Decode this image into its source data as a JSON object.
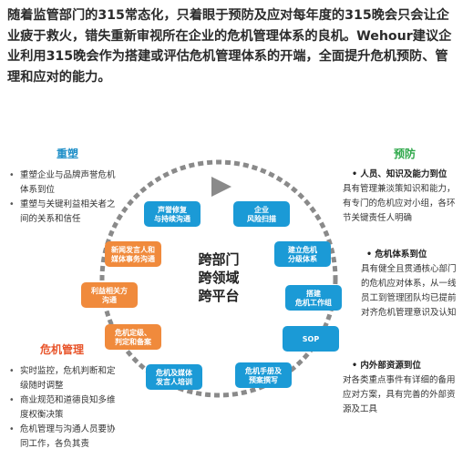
{
  "intro_text": "随着监管部门的315常态化，只着眼于预防及应对每年度的315晚会只会让企业疲于救火，错失重新审视所在企业的危机管理体系的良机。Wehour建议企业利用315晚会作为搭建或评估危机管理体系的开端，全面提升危机预防、管理和应对的能力。",
  "sections": {
    "reshape": {
      "title": "重塑",
      "items": [
        "重塑企业与品牌声誉危机体系到位",
        "重塑与关键利益相关者之间的关系和信任"
      ]
    },
    "crisis_management": {
      "title": "危机管理",
      "items": [
        "实时监控，危机判断和定级随时调整",
        "商业规范和道德良知多维度权衡决策",
        "危机管理与沟通人员要协同工作，各负其责"
      ]
    },
    "prevention": {
      "title": "预防",
      "blocks": [
        {
          "head": "人员、知识及能力到位",
          "body": "具有管理兼淡策知识和能力，有专门的危机应对小组，各环节关键责任人明确"
        },
        {
          "head": "危机体系到位",
          "body": "具有健全且贯通核心部门的危机应对体系，从一线员工到管理团队均已提前对齐危机管理意识及认知"
        },
        {
          "head": "内外部资源到位",
          "body": "对各类重点事件有详细的备用应对方案，具有完善的外部资源及工具"
        }
      ]
    }
  },
  "center_label": [
    "跨部门",
    "跨领域",
    "跨平台"
  ],
  "cycle_nodes": [
    {
      "label": [
        "企业",
        "风险扫描"
      ],
      "color": "#1b9ad6"
    },
    {
      "label": [
        "建立危机",
        "分级体系"
      ],
      "color": "#1b9ad6"
    },
    {
      "label": [
        "搭建",
        "危机工作组"
      ],
      "color": "#1b9ad6"
    },
    {
      "label": [
        "SOP"
      ],
      "color": "#1b9ad6"
    },
    {
      "label": [
        "危机手册及",
        "预案撰写"
      ],
      "color": "#1b9ad6"
    },
    {
      "label": [
        "危机及媒体",
        "发言人培训"
      ],
      "color": "#1b9ad6"
    },
    {
      "label": [
        "危机定级、",
        "判定和备案"
      ],
      "color": "#f08a3c"
    },
    {
      "label": [
        "利益相关方",
        "沟通"
      ],
      "color": "#f08a3c"
    },
    {
      "label": [
        "新闻发言人和",
        "媒体事务沟通"
      ],
      "color": "#f08a3c"
    },
    {
      "label": [
        "声誉修复",
        "与持续沟通"
      ],
      "color": "#1b9ad6"
    }
  ],
  "colors": {
    "blue": "#1b9ad6",
    "orange": "#f08a3c",
    "ring": "#8a8a8a"
  }
}
